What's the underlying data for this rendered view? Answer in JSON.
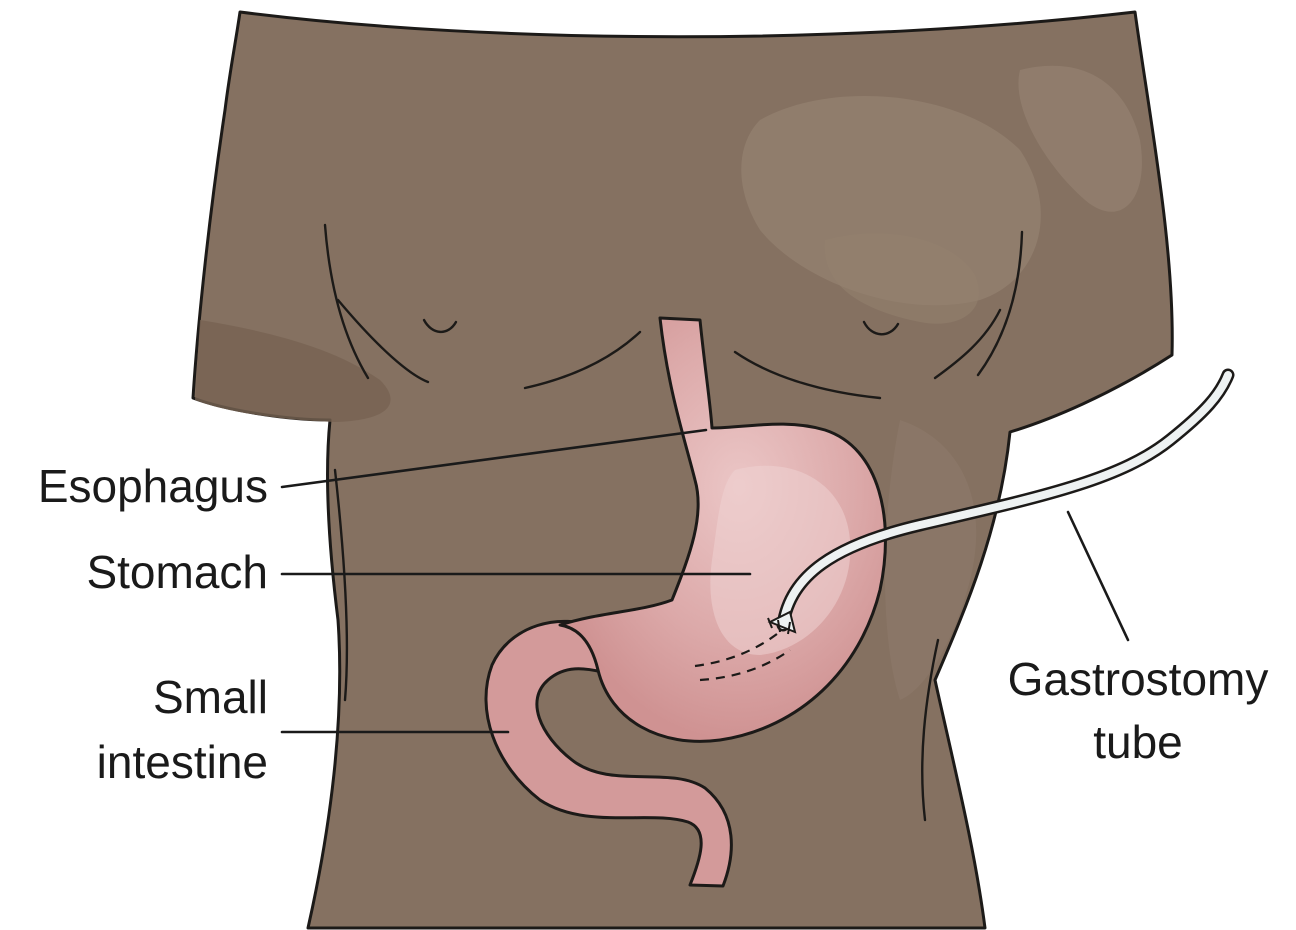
{
  "labels": {
    "esophagus": "Esophagus",
    "stomach": "Stomach",
    "small_intestine_line1": "Small",
    "small_intestine_line2": "intestine",
    "gastrostomy_line1": "Gastrostomy",
    "gastrostomy_line2": "tube"
  },
  "colors": {
    "skin": "#857161",
    "skin_dark": "#776353",
    "skin_highlight": "#948170",
    "organ": "#d39a9a",
    "organ_light": "#e6bdbd",
    "tube": "#eef2f2",
    "outline": "#1c1a18"
  }
}
